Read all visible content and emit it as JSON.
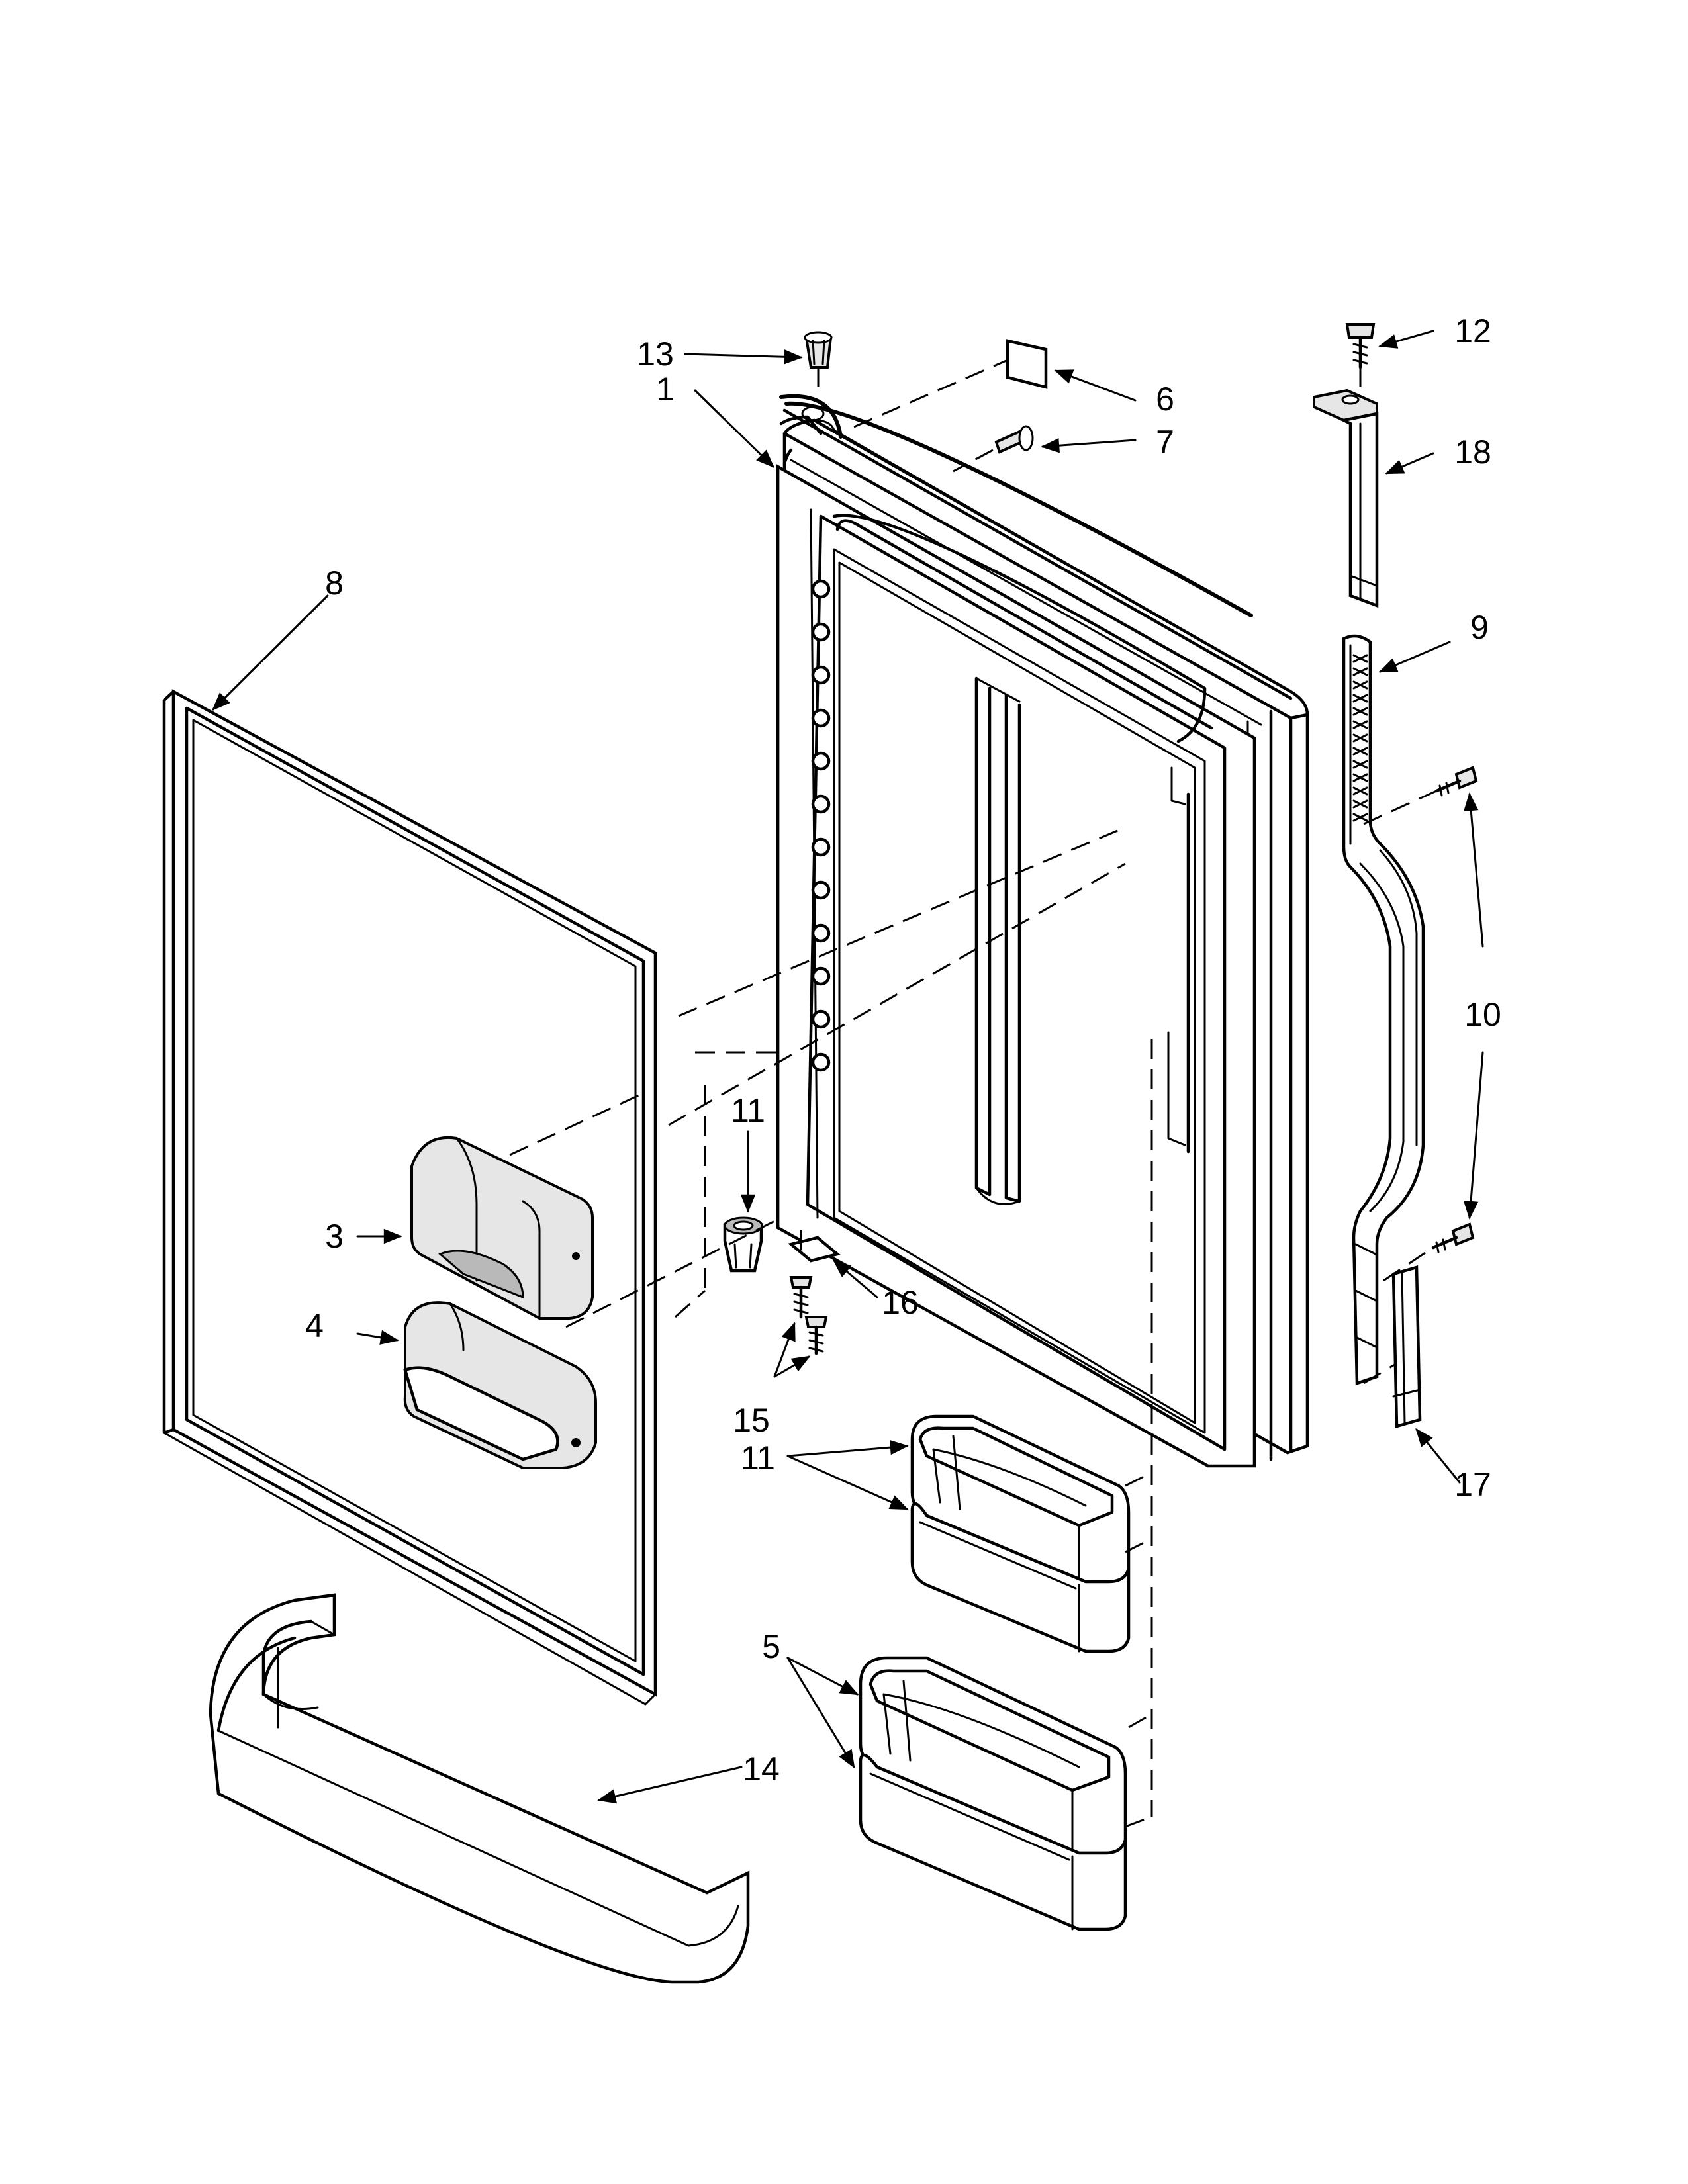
{
  "callouts": [
    {
      "id": "1",
      "text": "1"
    },
    {
      "id": "3",
      "text": "3"
    },
    {
      "id": "4",
      "text": "4"
    },
    {
      "id": "5",
      "text": "5"
    },
    {
      "id": "6",
      "text": "6"
    },
    {
      "id": "7",
      "text": "7"
    },
    {
      "id": "8",
      "text": "8"
    },
    {
      "id": "9",
      "text": "9"
    },
    {
      "id": "10",
      "text": "10"
    },
    {
      "id": "11a",
      "text": "11"
    },
    {
      "id": "11b",
      "text": "11"
    },
    {
      "id": "12",
      "text": "12"
    },
    {
      "id": "13",
      "text": "13"
    },
    {
      "id": "14",
      "text": "14"
    },
    {
      "id": "15",
      "text": "15"
    },
    {
      "id": "16",
      "text": "16"
    },
    {
      "id": "17",
      "text": "17"
    },
    {
      "id": "18",
      "text": "18"
    }
  ]
}
